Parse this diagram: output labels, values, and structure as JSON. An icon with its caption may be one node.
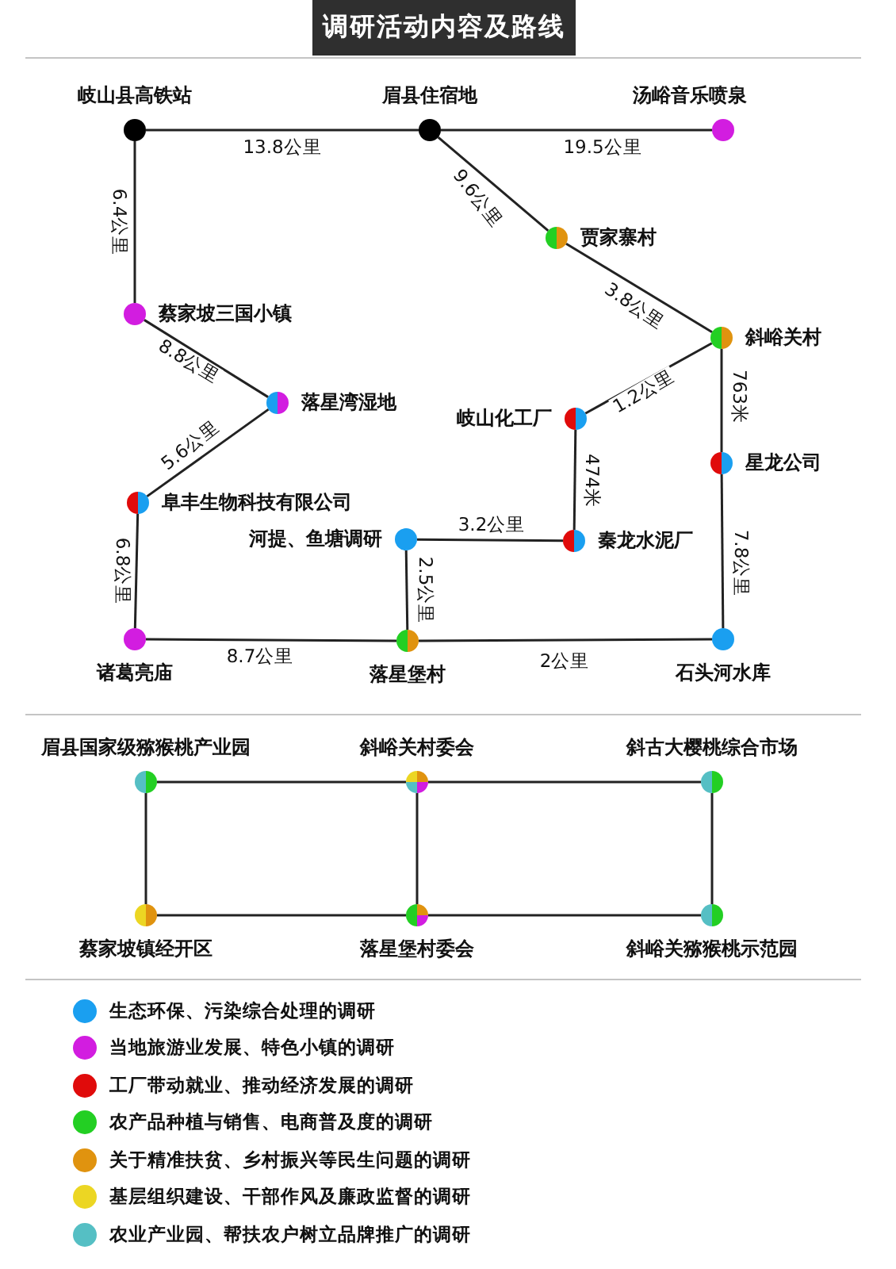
{
  "diagram": {
    "title": "调研活动内容及路线",
    "nodes": [
      {
        "text": [
          "岐山县高铁站"
        ]
      },
      {
        "text": [
          "眉县住宿地"
        ]
      },
      {
        "text": [
          "汤峪音乐喷泉"
        ]
      },
      {
        "text": [
          "贾家寨村"
        ]
      },
      {
        "text": [
          "蔡家坡三国小镇"
        ]
      },
      {
        "text": [
          "斜峪关村"
        ]
      },
      {
        "text": [
          "落星湾湿地"
        ]
      },
      {
        "text": [
          "岐山化工厂"
        ]
      },
      {
        "text": [
          "星龙公司"
        ]
      },
      {
        "text": [
          "阜丰生物科技有限公司"
        ]
      },
      {
        "text": [
          "河提、鱼塘调研"
        ]
      },
      {
        "text": [
          "秦龙水泥厂"
        ]
      },
      {
        "text": [
          "诸葛亮庙"
        ]
      },
      {
        "text": [
          "落星堡村"
        ]
      },
      {
        "text": [
          "石头河水库"
        ]
      },
      {
        "text": [
          "眉县国家级猕猴桃产业园"
        ]
      },
      {
        "text": [
          "斜峪关村委会"
        ]
      },
      {
        "text": [
          "斜古大樱桃综合市场"
        ]
      },
      {
        "text": [
          "蔡家坡镇经开区"
        ]
      },
      {
        "text": [
          "落星堡村委会"
        ]
      },
      {
        "text": [
          "斜峪关猕猴桃示范园"
        ]
      }
    ],
    "edges": [
      {
        "from": 0,
        "to": 1,
        "arrow": "none",
        "label": "13.8公里"
      },
      {
        "from": 1,
        "to": 2,
        "arrow": "none",
        "label": "19.5公里"
      },
      {
        "from": 0,
        "to": 4,
        "arrow": "none",
        "label": "6.4公里"
      },
      {
        "from": 1,
        "to": 3,
        "arrow": "none",
        "label": "9.6公里"
      },
      {
        "from": 3,
        "to": 5,
        "arrow": "none",
        "label": "3.8公里"
      },
      {
        "from": 4,
        "to": 6,
        "arrow": "none",
        "label": "8.8公里"
      },
      {
        "from": 6,
        "to": 9,
        "arrow": "none",
        "label": "5.6公里"
      },
      {
        "from": 5,
        "to": 7,
        "arrow": "none",
        "label": "1.2公里"
      },
      {
        "from": 5,
        "to": 8,
        "arrow": "none",
        "label": "763米"
      },
      {
        "from": 7,
        "to": 11,
        "arrow": "none",
        "label": "474米"
      },
      {
        "from": 8,
        "to": 14,
        "arrow": "none",
        "label": "7.8公里"
      },
      {
        "from": 9,
        "to": 12,
        "arrow": "none",
        "label": "6.8公里"
      },
      {
        "from": 10,
        "to": 11,
        "arrow": "none",
        "label": "3.2公里"
      },
      {
        "from": 10,
        "to": 13,
        "arrow": "none",
        "label": "2.5公里"
      },
      {
        "from": 12,
        "to": 13,
        "arrow": "none",
        "label": "8.7公里"
      },
      {
        "from": 13,
        "to": 14,
        "arrow": "none",
        "label": "2公里"
      },
      {
        "from": 15,
        "to": 16,
        "arrow": "none"
      },
      {
        "from": 16,
        "to": 17,
        "arrow": "none"
      },
      {
        "from": 15,
        "to": 18,
        "arrow": "none"
      },
      {
        "from": 16,
        "to": 19,
        "arrow": "none"
      },
      {
        "from": 17,
        "to": 20,
        "arrow": "none"
      },
      {
        "from": 18,
        "to": 19,
        "arrow": "none"
      },
      {
        "from": 19,
        "to": 20,
        "arrow": "none"
      }
    ],
    "legend": [
      {
        "text": "生态环保、污染综合处理的调研",
        "color": "#1a9ff0"
      },
      {
        "text": "当地旅游业发展、特色小镇的调研",
        "color": "#d21de0"
      },
      {
        "text": "工厂带动就业、推动经济发展的调研",
        "color": "#e00b0b"
      },
      {
        "text": "农产品种植与销售、电商普及度的调研",
        "color": "#23cf23"
      },
      {
        "text": "关于精准扶贫、乡村振兴等民生问题的调研",
        "color": "#e0930f"
      },
      {
        "text": "基层组织建设、干部作风及廉政监督的调研",
        "color": "#ecd623"
      },
      {
        "text": "农业产业园、帮扶农户树立品牌推广的调研",
        "color": "#55bfc4"
      }
    ]
  }
}
